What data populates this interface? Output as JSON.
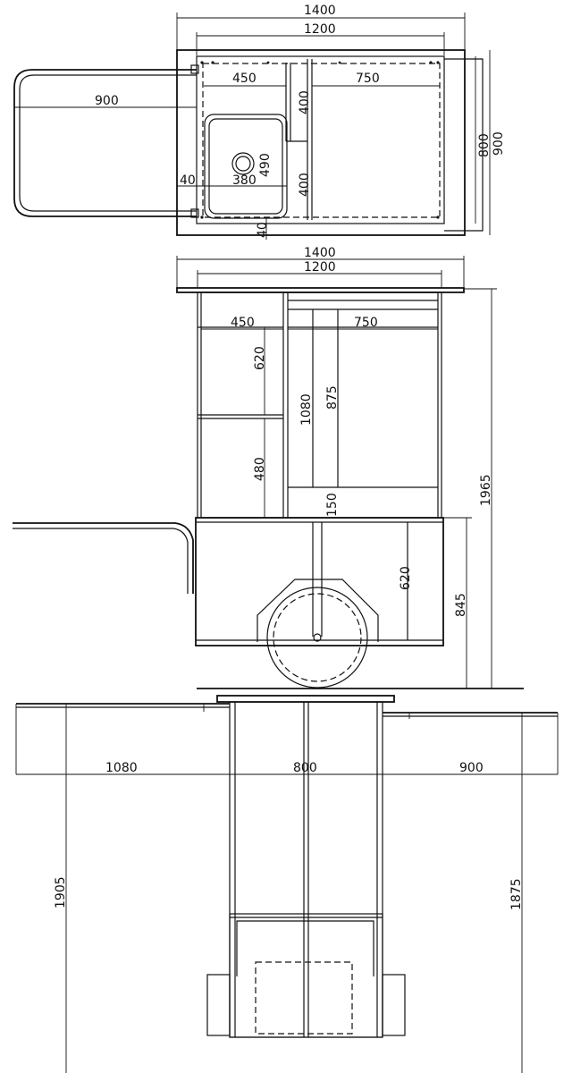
{
  "colors": {
    "line": "#111111",
    "background": "#ffffff"
  },
  "top_view": {
    "overall_width": "1400",
    "inner_width": "1200",
    "sink_section": "450",
    "right_section": "750",
    "handle_length": "900",
    "upper_height": "400",
    "lower_height": "400",
    "sink_width": "380",
    "drain_offset": "490",
    "edge_offset_left": "40",
    "edge_offset_bottom": "40",
    "inner_depth": "800",
    "overall_depth": "900"
  },
  "front_view": {
    "overall_width": "1400",
    "inner_width": "1200",
    "left_section": "450",
    "right_section": "750",
    "shelf_upper": "620",
    "shelf_lower": "480",
    "left_height": "1080",
    "right_height": "875",
    "right_base": "150",
    "cabinet_height": "620",
    "base_height": "845",
    "total_height": "1965"
  },
  "side_view": {
    "left_depth": "1080",
    "center_depth": "800",
    "right_depth": "900",
    "left_height": "1905",
    "right_height": "1875"
  }
}
